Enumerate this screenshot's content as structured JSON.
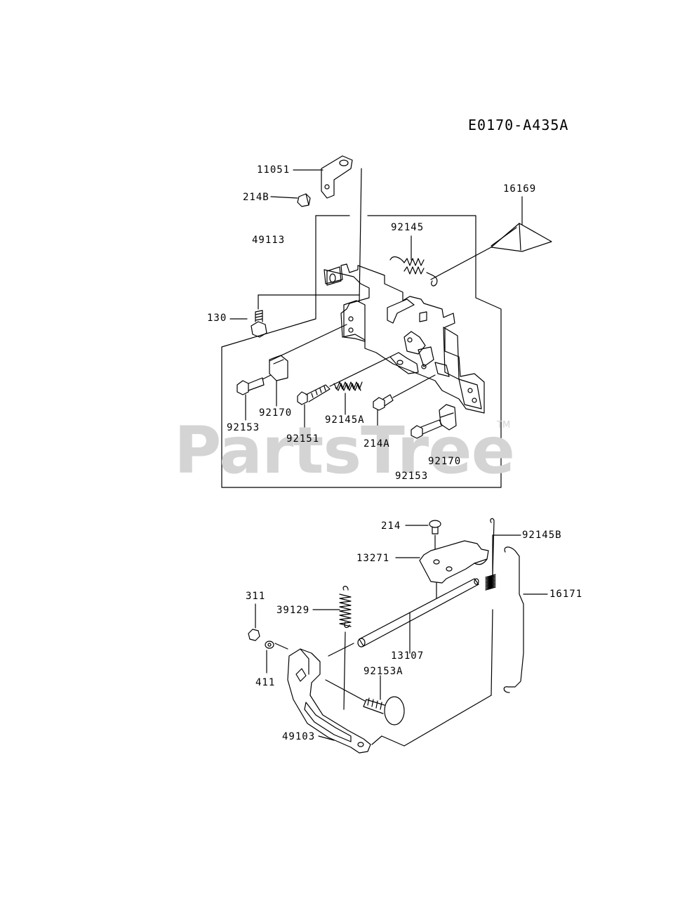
{
  "diagram_code": "E0170-A435A",
  "watermark": {
    "text": "PartsTree",
    "mark": "TM"
  },
  "part_labels": [
    {
      "id": "p11051",
      "text": "11051"
    },
    {
      "id": "p214b",
      "text": "214B"
    },
    {
      "id": "p49113",
      "text": "49113"
    },
    {
      "id": "p92145",
      "text": "92145"
    },
    {
      "id": "p16169",
      "text": "16169"
    },
    {
      "id": "p130",
      "text": "130"
    },
    {
      "id": "p92170a",
      "text": "92170"
    },
    {
      "id": "p92153a",
      "text": "92153"
    },
    {
      "id": "p92151",
      "text": "92151"
    },
    {
      "id": "p92145a",
      "text": "92145A"
    },
    {
      "id": "p214a",
      "text": "214A"
    },
    {
      "id": "p92170b",
      "text": "92170"
    },
    {
      "id": "p92153b",
      "text": "92153"
    },
    {
      "id": "p214",
      "text": "214"
    },
    {
      "id": "p92145b",
      "text": "92145B"
    },
    {
      "id": "p13271",
      "text": "13271"
    },
    {
      "id": "p16171",
      "text": "16171"
    },
    {
      "id": "p311",
      "text": "311"
    },
    {
      "id": "p39129",
      "text": "39129"
    },
    {
      "id": "p13107",
      "text": "13107"
    },
    {
      "id": "p411",
      "text": "411"
    },
    {
      "id": "p92153A",
      "text": "92153A"
    },
    {
      "id": "p49103",
      "text": "49103"
    }
  ]
}
